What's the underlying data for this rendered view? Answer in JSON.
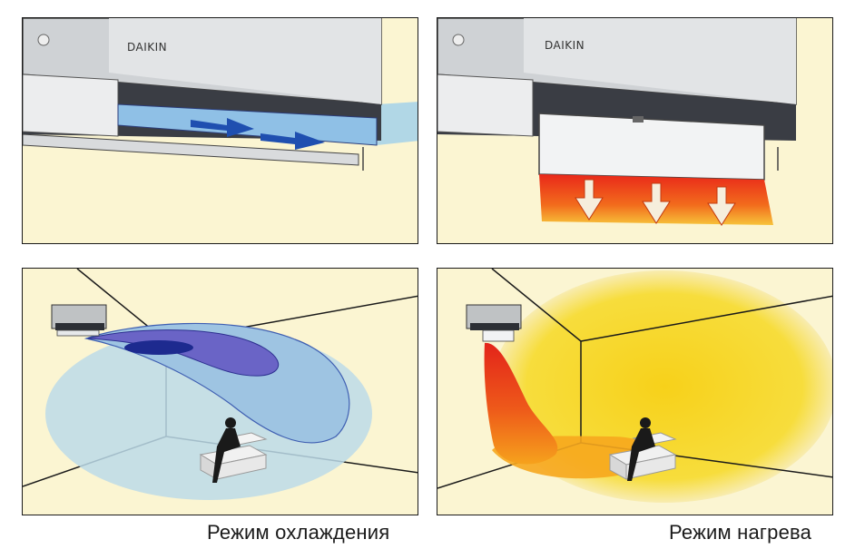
{
  "captions": {
    "cooling": "Режим охлаждения",
    "heating": "Режим нагрева"
  },
  "unit": {
    "brand_cooling": "DAIKIN",
    "brand_heating": "DAIKIN"
  },
  "colors": {
    "wall": "#fbf5d2",
    "cool_light": "#b8d8ec",
    "cool_mid": "#8fa8e0",
    "cool_dark": "#5a5fc0",
    "heat_yellow": "#f6d21c",
    "heat_orange": "#f5a21a",
    "heat_red": "#e9281a",
    "unit_body": "#d4d6d8"
  }
}
